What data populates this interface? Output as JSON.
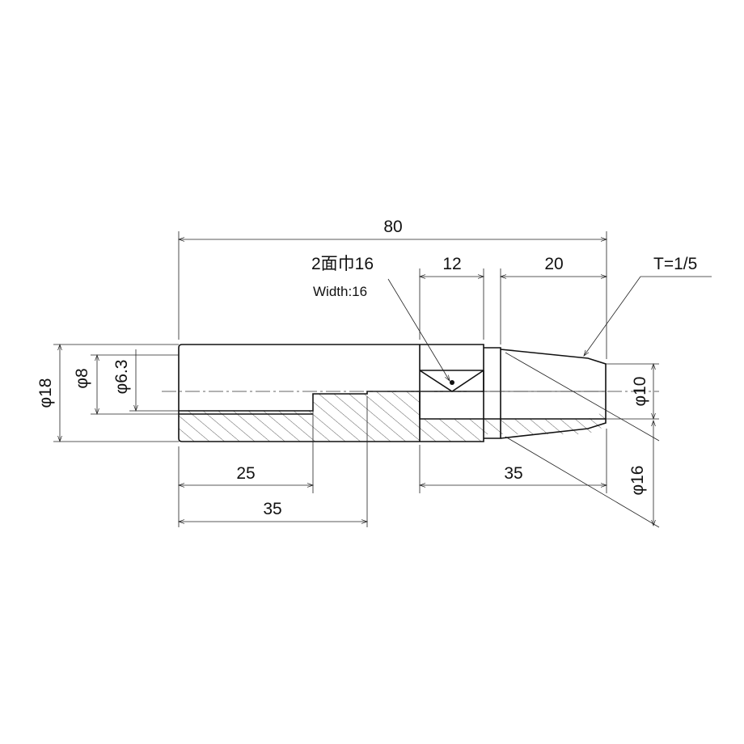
{
  "drawing": {
    "title": "",
    "dimensions": {
      "overall_length": "80",
      "flats_note_jp": "2面巾16",
      "flats_note_en": "Width:16",
      "flats_length": "12",
      "taper_length": "20",
      "taper_note": "T=1/5",
      "dia_outer": "φ18",
      "dia_bore": "φ8",
      "dia_small_bore": "φ6.3",
      "dia_tip": "φ10",
      "dia_shoulder": "φ16",
      "len_small_bore": "25",
      "len_bore": "35",
      "len_right_bore": "35"
    }
  }
}
